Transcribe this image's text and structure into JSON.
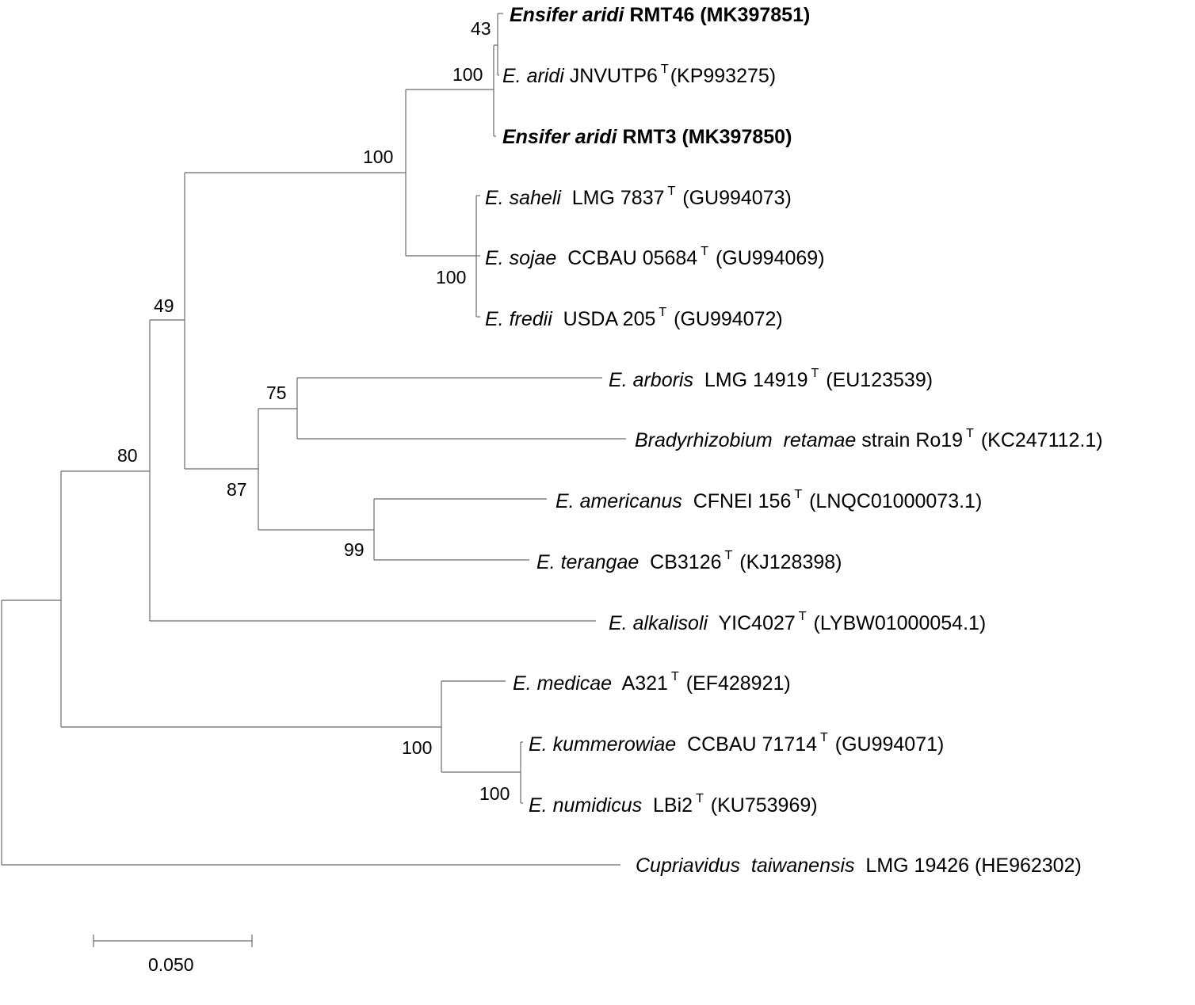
{
  "leaves": [
    {
      "id": "l1",
      "parts": [
        {
          "t": "Ensifer aridi",
          "i": true,
          "b": true
        },
        {
          "t": " RMT46 (MK397851)",
          "b": true
        }
      ]
    },
    {
      "id": "l2",
      "parts": [
        {
          "t": "E. aridi",
          "i": true
        },
        {
          "t": " JNVUTP6"
        },
        {
          "t": "T",
          "sup": true
        },
        {
          "t": "(KP993275)"
        }
      ]
    },
    {
      "id": "l3",
      "parts": [
        {
          "t": "Ensifer aridi",
          "i": true,
          "b": true
        },
        {
          "t": " RMT3 (MK397850)",
          "b": true
        }
      ]
    },
    {
      "id": "l4",
      "parts": [
        {
          "t": "E. saheli",
          "i": true
        },
        {
          "t": "  LMG 7837"
        },
        {
          "t": "T",
          "sup": true
        },
        {
          "t": " (GU994073)"
        }
      ]
    },
    {
      "id": "l5",
      "parts": [
        {
          "t": "E. sojae",
          "i": true
        },
        {
          "t": "  CCBAU 05684"
        },
        {
          "t": "T",
          "sup": true
        },
        {
          "t": " (GU994069)"
        }
      ]
    },
    {
      "id": "l6",
      "parts": [
        {
          "t": "E. fredii",
          "i": true
        },
        {
          "t": "  USDA 205"
        },
        {
          "t": "T",
          "sup": true
        },
        {
          "t": " (GU994072)"
        }
      ]
    },
    {
      "id": "l7",
      "parts": [
        {
          "t": "E. arboris",
          "i": true
        },
        {
          "t": "  LMG 14919"
        },
        {
          "t": "T",
          "sup": true
        },
        {
          "t": " (EU123539)"
        }
      ]
    },
    {
      "id": "l8",
      "parts": [
        {
          "t": "Bradyrhizobium  retamae",
          "i": true
        },
        {
          "t": " strain Ro19"
        },
        {
          "t": "T",
          "sup": true
        },
        {
          "t": " (KC247112.1)"
        }
      ]
    },
    {
      "id": "l9",
      "parts": [
        {
          "t": "E. americanus",
          "i": true
        },
        {
          "t": "  CFNEI 156"
        },
        {
          "t": "T",
          "sup": true
        },
        {
          "t": " (LNQC01000073.1)"
        }
      ]
    },
    {
      "id": "l10",
      "parts": [
        {
          "t": "E. terangae",
          "i": true
        },
        {
          "t": "  CB3126"
        },
        {
          "t": "T",
          "sup": true
        },
        {
          "t": " (KJ128398)"
        }
      ]
    },
    {
      "id": "l11",
      "parts": [
        {
          "t": "E. alkalisoli",
          "i": true
        },
        {
          "t": "  YIC4027"
        },
        {
          "t": "T",
          "sup": true
        },
        {
          "t": " (LYBW01000054.1)"
        }
      ]
    },
    {
      "id": "l12",
      "parts": [
        {
          "t": "E. medicae",
          "i": true
        },
        {
          "t": "  A321"
        },
        {
          "t": "T",
          "sup": true
        },
        {
          "t": " (EF428921)"
        }
      ]
    },
    {
      "id": "l13",
      "parts": [
        {
          "t": "E. kummerowiae",
          "i": true
        },
        {
          "t": "  CCBAU 71714"
        },
        {
          "t": "T",
          "sup": true
        },
        {
          "t": " (GU994071)"
        }
      ]
    },
    {
      "id": "l14",
      "parts": [
        {
          "t": "E. numidicus",
          "i": true
        },
        {
          "t": "  LBi2"
        },
        {
          "t": "T",
          "sup": true
        },
        {
          "t": " (KU753969)"
        }
      ]
    },
    {
      "id": "l15",
      "parts": [
        {
          "t": "Cupriavidus  taiwanensis",
          "i": true
        },
        {
          "t": "  LMG 19426 (HE962302)"
        }
      ]
    }
  ],
  "bootstrap": {
    "b43": "43",
    "b100_aridi": "100",
    "b100_aridi_group": "100",
    "b100_saheli": "100",
    "b49": "49",
    "b75": "75",
    "b87": "87",
    "b99": "99",
    "b80": "80",
    "b100_medicae": "100",
    "b100_numidicus": "100"
  },
  "scale": {
    "label": "0.050"
  }
}
